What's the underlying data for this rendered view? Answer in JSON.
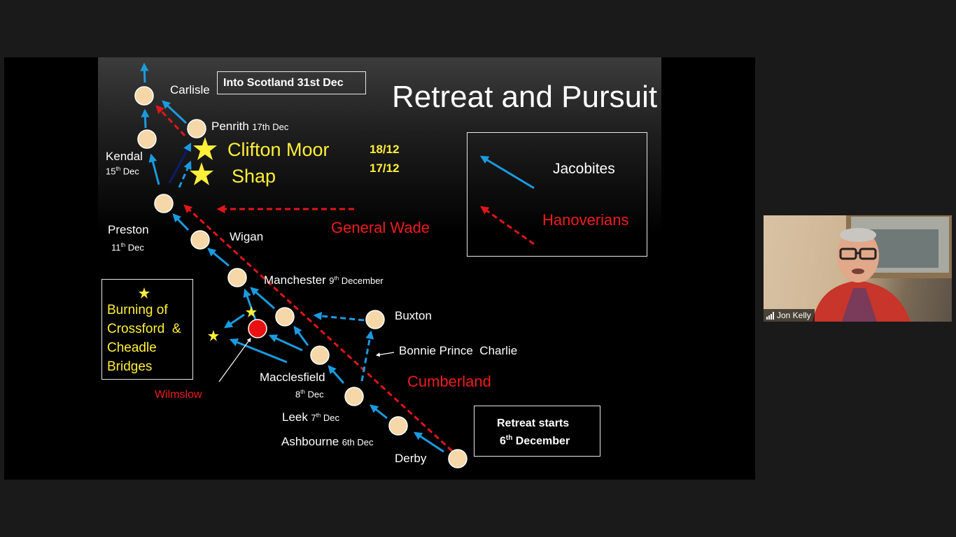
{
  "slide": {
    "title": "Retreat and Pursuit",
    "into_scotland": "Into Scotland 31st Dec",
    "retreat_line1": "Retreat starts",
    "retreat_line2_num": "6",
    "retreat_line2_sup": "th",
    "retreat_line2_rest": " December",
    "legend": {
      "jacobites": "Jacobites",
      "hanoverians": "Hanoverians"
    },
    "burning": {
      "l1": "Burning of",
      "l2": "Crossford  &",
      "l3": "Cheadle",
      "l4": "Bridges"
    },
    "battles": [
      {
        "name": "Clifton Moor",
        "date": "18/12"
      },
      {
        "name": "Shap",
        "date": "17/12"
      }
    ],
    "armies": {
      "wade": "General Wade",
      "cumberland": "Cumberland",
      "bpc": "Bonnie Prince  Charlie"
    },
    "places": {
      "carlisle": "Carlisle",
      "penrith": "Penrith",
      "penrith_date": "17th Dec",
      "kendal": "Kendal",
      "kendal_num": "15",
      "kendal_sup": "th",
      "kendal_rest": " Dec",
      "preston": "Preston",
      "preston_num": "11",
      "preston_sup": "th",
      "preston_rest": " Dec",
      "wigan": "Wigan",
      "manchester": "Manchester",
      "manchester_num": "9",
      "manchester_sup": "th",
      "manchester_rest": " December",
      "buxton": "Buxton",
      "macclesfield": "Macclesfield",
      "macc_num": "8",
      "macc_sup": "th",
      "macc_rest": " Dec",
      "leek": "Leek",
      "leek_num": "7",
      "leek_sup": "th",
      "leek_rest": " Dec",
      "ashbourne": "Ashbourne",
      "ashbourne_date": "6th Dec",
      "derby": "Derby",
      "wilmslow": "Wilmslow"
    }
  },
  "participant": {
    "name": "Jon Kelly"
  },
  "colors": {
    "jacobite": "#1a9be0",
    "hanoverian": "#e0161b",
    "town": "#f5d7a8",
    "star": "#ffef3a"
  }
}
